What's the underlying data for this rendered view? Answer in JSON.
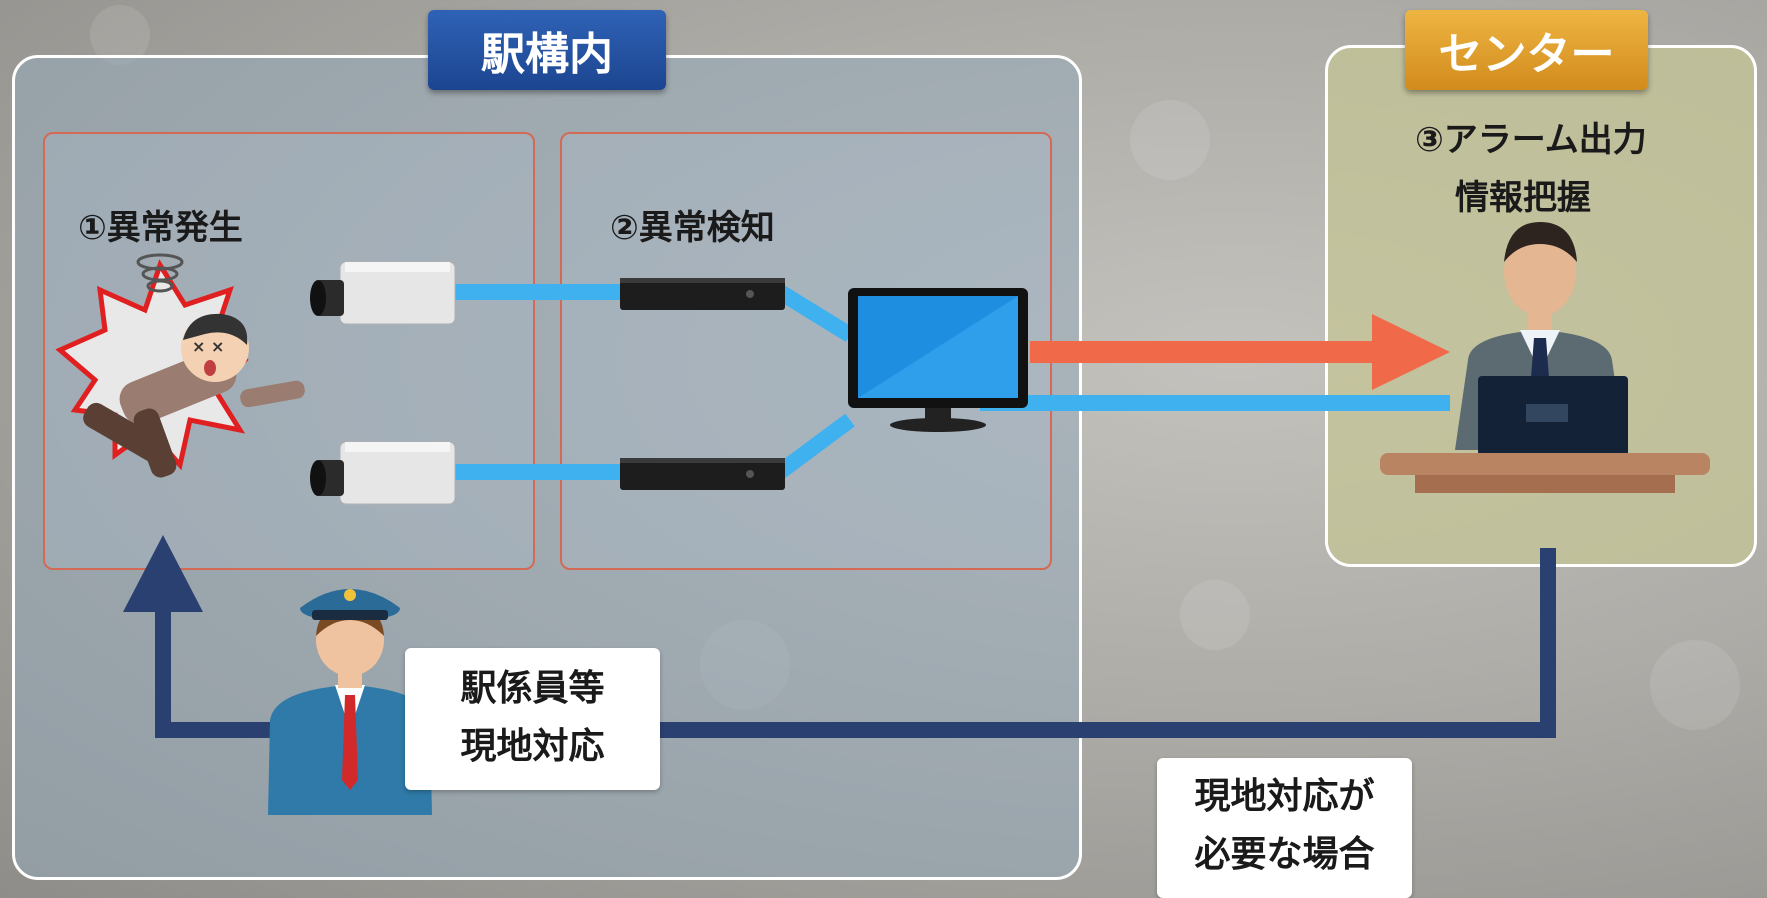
{
  "station": {
    "title": "駅構内"
  },
  "center": {
    "title": "センター",
    "step3_line1": "③アラーム出力",
    "step3_line2": "情報把握"
  },
  "steps": {
    "step1": "①異常発生",
    "step2": "②異常検知"
  },
  "staff_box": {
    "line1": "駅係員等",
    "line2": "現地対応"
  },
  "condition_box": {
    "line1": "現地対応が",
    "line2": "必要な場合"
  },
  "colors": {
    "station_tag": "#2456a8",
    "center_tag": "#e3a233",
    "video_link": "#3fb1ef",
    "alarm_arrow": "#f06a4a",
    "response_arrow": "#2a4070",
    "zone_border": "#d46a55"
  },
  "icons": [
    "injured-person-icon",
    "dizzy-icon",
    "camera-icon",
    "recorder-icon",
    "monitor-icon",
    "operator-icon",
    "station-staff-icon"
  ]
}
